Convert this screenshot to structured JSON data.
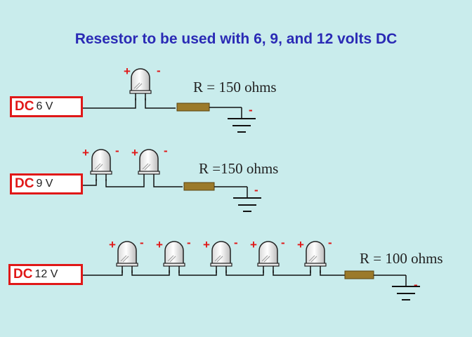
{
  "title": "Resestor to be used with 6, 9, and 12 volts DC",
  "circuits": [
    {
      "dc_label": "DC",
      "voltage": "6 V",
      "resistor_label": "R =  150  ohms",
      "led_count": 1
    },
    {
      "dc_label": "DC",
      "voltage": "9 V",
      "resistor_label": "R =150  ohms",
      "led_count": 2
    },
    {
      "dc_label": "DC",
      "voltage": "12 V",
      "resistor_label": "R =  100  ohms",
      "led_count": 5
    }
  ],
  "led_plus": "+",
  "led_minus": "-",
  "ground_minus": "-",
  "colors": {
    "background": "#c9ecec",
    "title": "#2a2ab5",
    "dc_box": "#e01818",
    "polarity": "#e01818",
    "resistor": "#9b7a2a",
    "wire": "#111111"
  }
}
